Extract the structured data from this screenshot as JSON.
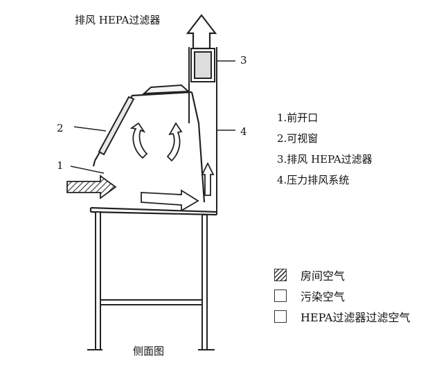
{
  "title": "排风 HEPA过滤器",
  "caption": "侧面图",
  "callouts": {
    "c1": "1",
    "c2": "2",
    "c3": "3",
    "c4": "4"
  },
  "parts": [
    {
      "label": "1.前开口"
    },
    {
      "label": "2.可视窗"
    },
    {
      "label": "3.排风 HEPA过滤器"
    },
    {
      "label": "4.压力排风系统"
    }
  ],
  "air_types": [
    {
      "label": "房间空气",
      "swatch": "hatched"
    },
    {
      "label": "污染空气",
      "swatch": "empty"
    },
    {
      "label": "HEPA过滤器过滤空气",
      "swatch": "empty"
    }
  ]
}
